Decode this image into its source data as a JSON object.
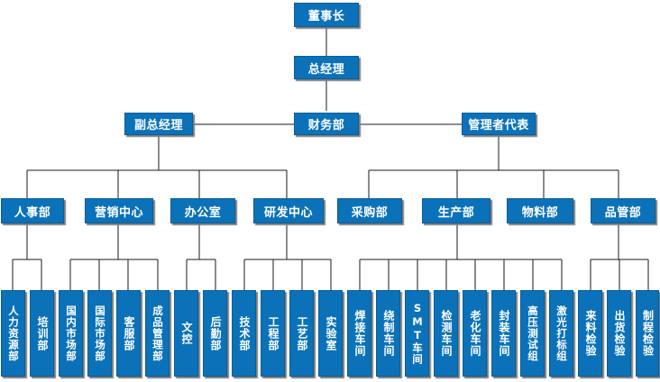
{
  "level0": [
    "董事长"
  ],
  "level1": [
    "总经理"
  ],
  "level2": [
    "副总经理",
    "财务部",
    "管理者代表"
  ],
  "level3": [
    "人事部",
    "营销中心",
    "办公室",
    "研发中心",
    "采购部",
    "生产部",
    "物料部",
    "品管部"
  ],
  "level4": [
    "人力资源部",
    "培训部",
    "国内市场部",
    "国际市场部",
    "客服部",
    "成品管理部",
    "文控",
    "后勤部",
    "技术部",
    "工程部",
    "工艺部",
    "实验室",
    "焊接车间",
    "绕制车间",
    "SMT车间",
    "检测车间",
    "老化车间",
    "封装车间",
    "高压测试组",
    "激光打标组",
    "来料检验",
    "出货检验",
    "制程检验"
  ]
}
